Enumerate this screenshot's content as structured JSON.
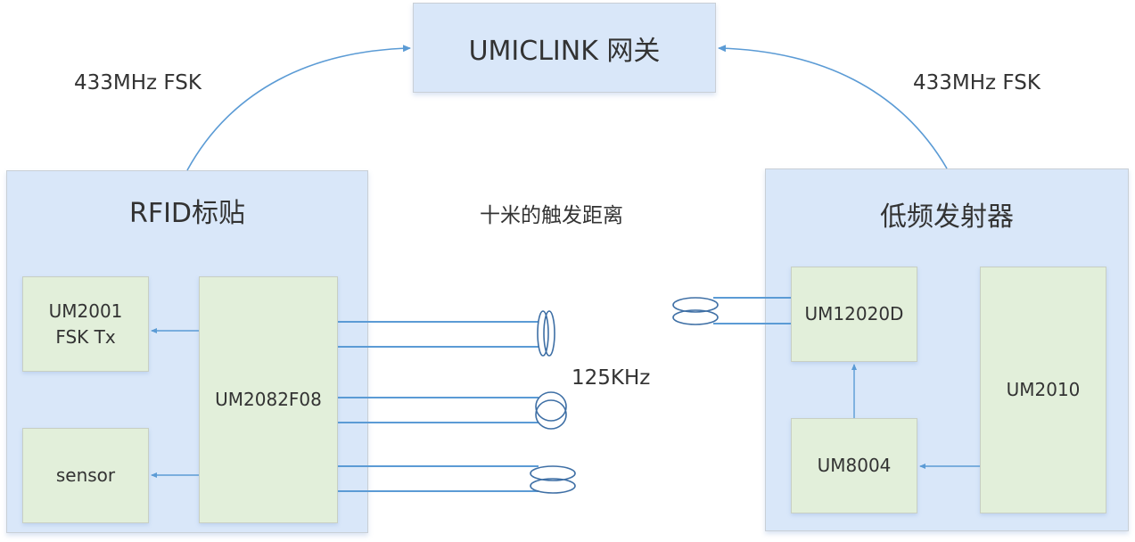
{
  "colors": {
    "container_fill": "#d9e7f9",
    "chip_fill": "#e2efda",
    "connector": "#5b9bd5",
    "coil": "#3e6fa5",
    "text": "#333333"
  },
  "gateway": {
    "label": "UMICLINK 网关"
  },
  "links": {
    "left_rf_label": "433MHz FSK",
    "right_rf_label": "433MHz FSK",
    "trigger_distance_label": "十米的触发距离",
    "lf_frequency_label": "125KHz"
  },
  "rfid_tag": {
    "title": "RFID标贴",
    "chips": {
      "fsk_tx": {
        "lines": [
          "UM2001",
          "FSK Tx"
        ]
      },
      "sensor": {
        "label": "sensor"
      },
      "mcu": {
        "label": "UM2082F08"
      }
    },
    "coils": [
      "x-axis-coil",
      "y-axis-coil",
      "z-axis-coil"
    ]
  },
  "lf_transmitter": {
    "title": "低频发射器",
    "chips": {
      "driver": {
        "label": "UM12020D"
      },
      "um8004": {
        "label": "UM8004"
      },
      "um2010": {
        "label": "UM2010"
      }
    },
    "coils": [
      "transmit-coil"
    ]
  }
}
